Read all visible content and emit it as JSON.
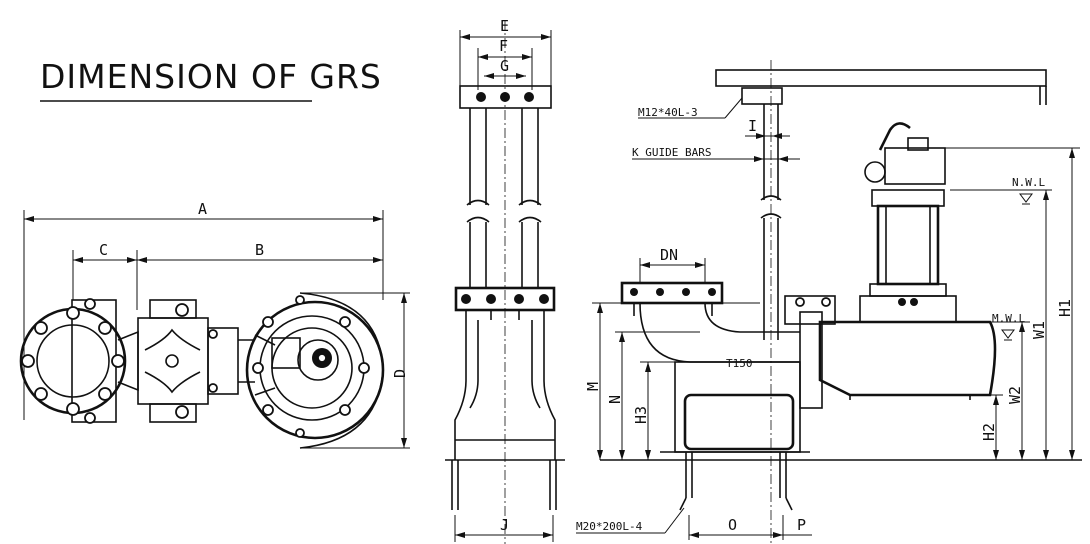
{
  "title": "DIMENSION OF GRS",
  "dimension_labels": {
    "A": "A",
    "B": "B",
    "C": "C",
    "D": "D",
    "E": "E",
    "F": "F",
    "G": "G",
    "J": "J",
    "DN": "DN",
    "M": "M",
    "N": "N",
    "H3": "H3",
    "H2": "H2",
    "W2": "W2",
    "W1": "W1",
    "H1": "H1",
    "I": "I",
    "O": "O",
    "P": "P"
  },
  "notes": {
    "chain_bolt": "M12*40L-3",
    "guide_bars": "K GUIDE BARS",
    "anchor_bolt": "M20*200L-4",
    "plate": "T150"
  },
  "levels": {
    "nwl": "N.W.L",
    "mwl": "M.W.L"
  }
}
